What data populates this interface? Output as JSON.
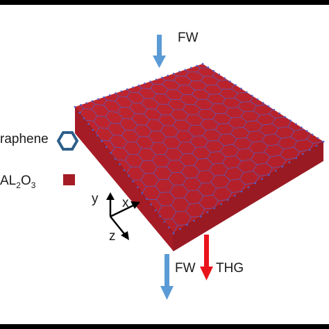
{
  "labels": {
    "fw_in": "FW",
    "fw_out": "FW",
    "thg": "THG",
    "graphene": "raphene",
    "al2o3_main": "AL",
    "al2o3_sub1": "2",
    "al2o3_mid": "O",
    "al2o3_sub2": "3",
    "axis_y": "y",
    "axis_x": "x",
    "axis_z": "z"
  },
  "colors": {
    "substrate_top": "#b8212b",
    "substrate_side": "#a51c26",
    "substrate_edge": "#8e1820",
    "lattice": "#5260c8",
    "fw_arrow": "#5b9bd5",
    "thg_arrow": "#e8141a",
    "graphene_icon": "#2e5f8a",
    "al2o3_swatch": "#a51c26",
    "frame": "#000000"
  },
  "icons": {
    "graphene": "hexagon-icon",
    "al2o3": "square-swatch-icon"
  }
}
